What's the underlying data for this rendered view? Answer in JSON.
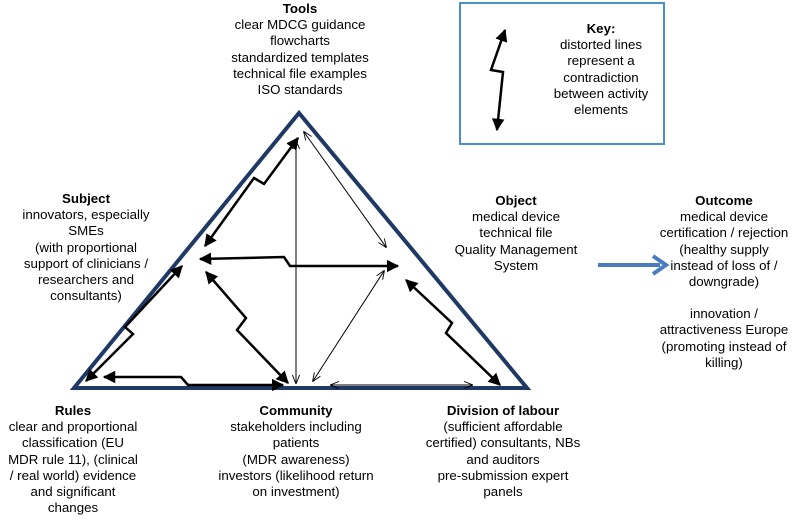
{
  "tools": {
    "title": "Tools",
    "lines": [
      "clear MDCG guidance",
      "flowcharts",
      "standardized templates",
      "technical file examples",
      "ISO standards"
    ]
  },
  "subject": {
    "title": "Subject",
    "lines": [
      "innovators, especially",
      "SMEs",
      "(with proportional",
      "support of clinicians /",
      "researchers and",
      "consultants)"
    ]
  },
  "object": {
    "title": "Object",
    "lines": [
      "medical device",
      "technical file",
      "Quality Management",
      "System"
    ]
  },
  "outcome": {
    "title": "Outcome",
    "lines": [
      "medical device",
      "certification / rejection",
      "(healthy supply",
      "instead of loss of /",
      "downgrade)",
      "",
      "innovation /",
      "attractiveness Europe",
      "(promoting instead of",
      "killing)"
    ]
  },
  "rules": {
    "title": "Rules",
    "lines": [
      "clear and proportional",
      "classification (EU",
      "MDR rule 11), (clinical",
      "/ real world) evidence",
      "and significant",
      "changes"
    ]
  },
  "community": {
    "title": "Community",
    "lines": [
      "stakeholders including",
      "patients",
      "(MDR awareness)",
      "investors (likelihood return",
      "on investment)"
    ]
  },
  "division": {
    "title": "Division of labour",
    "lines": [
      "(sufficient affordable",
      "certified) consultants, NBs",
      "and auditors",
      "pre-submission expert",
      "panels"
    ]
  },
  "key": {
    "title": "Key:",
    "lines": [
      "distorted lines",
      "represent a",
      "contradiction",
      "between activity",
      "elements"
    ]
  },
  "colors": {
    "triangle": "#1f3864",
    "key_border": "#4a90c8",
    "outcome_arrow": "#4a7dbf"
  }
}
